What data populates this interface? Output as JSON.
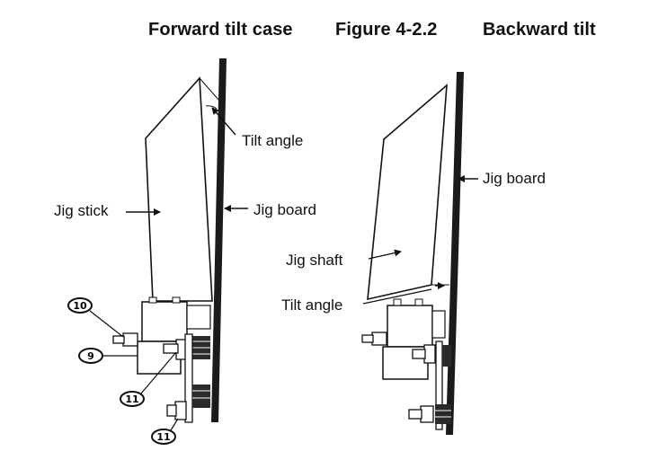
{
  "headings": {
    "left": "Forward tilt case",
    "figure": "Figure 4-2.2",
    "right": "Backward tilt"
  },
  "left_view": {
    "tilt_angle": "Tilt angle",
    "jig_stick": "Jig stick",
    "jig_board": "Jig board",
    "callouts": [
      "10",
      "9",
      "11",
      "11"
    ]
  },
  "right_view": {
    "jig_board": "Jig board",
    "jig_shaft": "Jig shaft",
    "tilt_angle": "Tilt angle"
  }
}
